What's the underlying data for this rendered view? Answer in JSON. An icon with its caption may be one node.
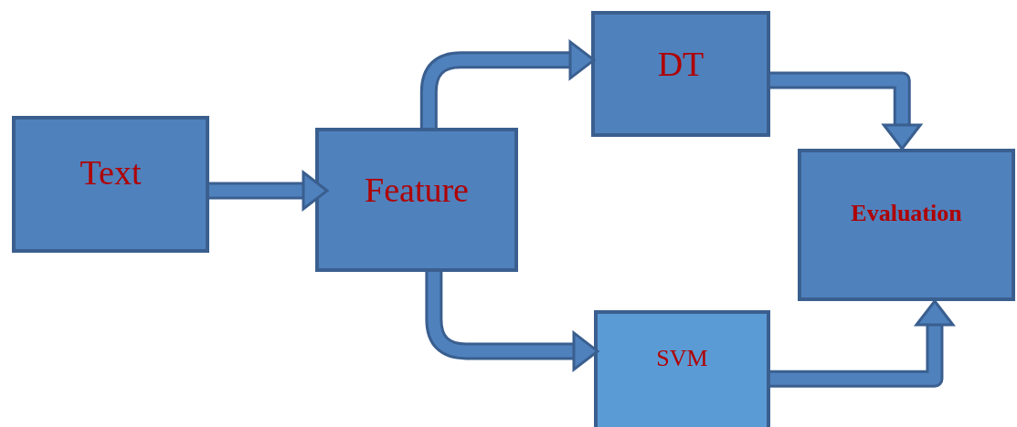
{
  "diagram": {
    "nodes": [
      {
        "text": [
          "Text"
        ]
      },
      {
        "text": [
          "Feature"
        ]
      },
      {
        "text": [
          "DT"
        ]
      },
      {
        "text": [
          "Evaluation"
        ]
      },
      {
        "text": [
          "SVM"
        ]
      }
    ],
    "edges": [
      {
        "from": 0,
        "to": 1,
        "arrow": "to"
      },
      {
        "from": 1,
        "to": 2,
        "arrow": "to"
      },
      {
        "from": 1,
        "to": 4,
        "arrow": "to"
      },
      {
        "from": 2,
        "to": 3,
        "arrow": "to"
      },
      {
        "from": 4,
        "to": 3,
        "arrow": "to"
      }
    ]
  }
}
